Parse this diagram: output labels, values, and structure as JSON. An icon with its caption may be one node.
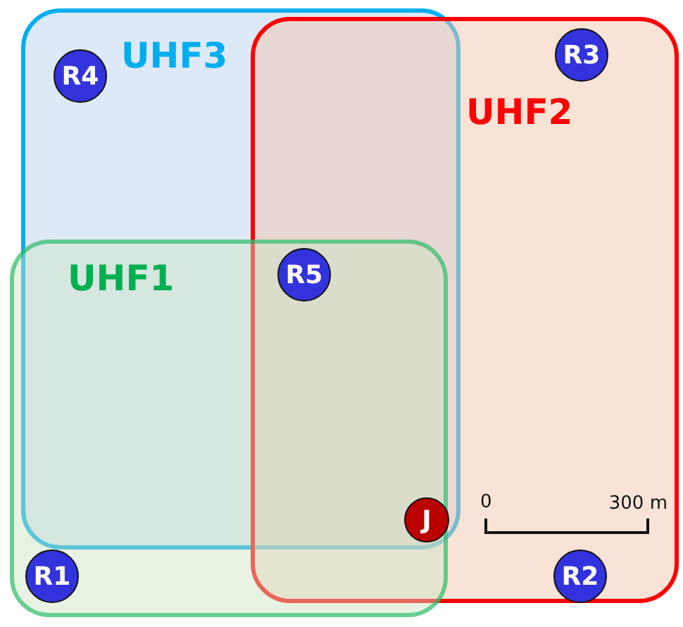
{
  "diagram": {
    "nodes": [
      {
        "text": [
          "UHF3"
        ]
      },
      {
        "text": [
          "UHF2"
        ]
      },
      {
        "text": [
          "UHF1"
        ]
      },
      {
        "text": [
          "R4"
        ],
        "in": 0
      },
      {
        "text": [
          "R3"
        ],
        "in": 1
      },
      {
        "text": [
          "R5"
        ]
      },
      {
        "text": [
          "J"
        ]
      },
      {
        "text": [
          "R1"
        ],
        "in": 2
      },
      {
        "text": [
          "R2"
        ],
        "in": 1
      }
    ],
    "edges": [],
    "labels": [
      "0",
      "300 m"
    ]
  }
}
